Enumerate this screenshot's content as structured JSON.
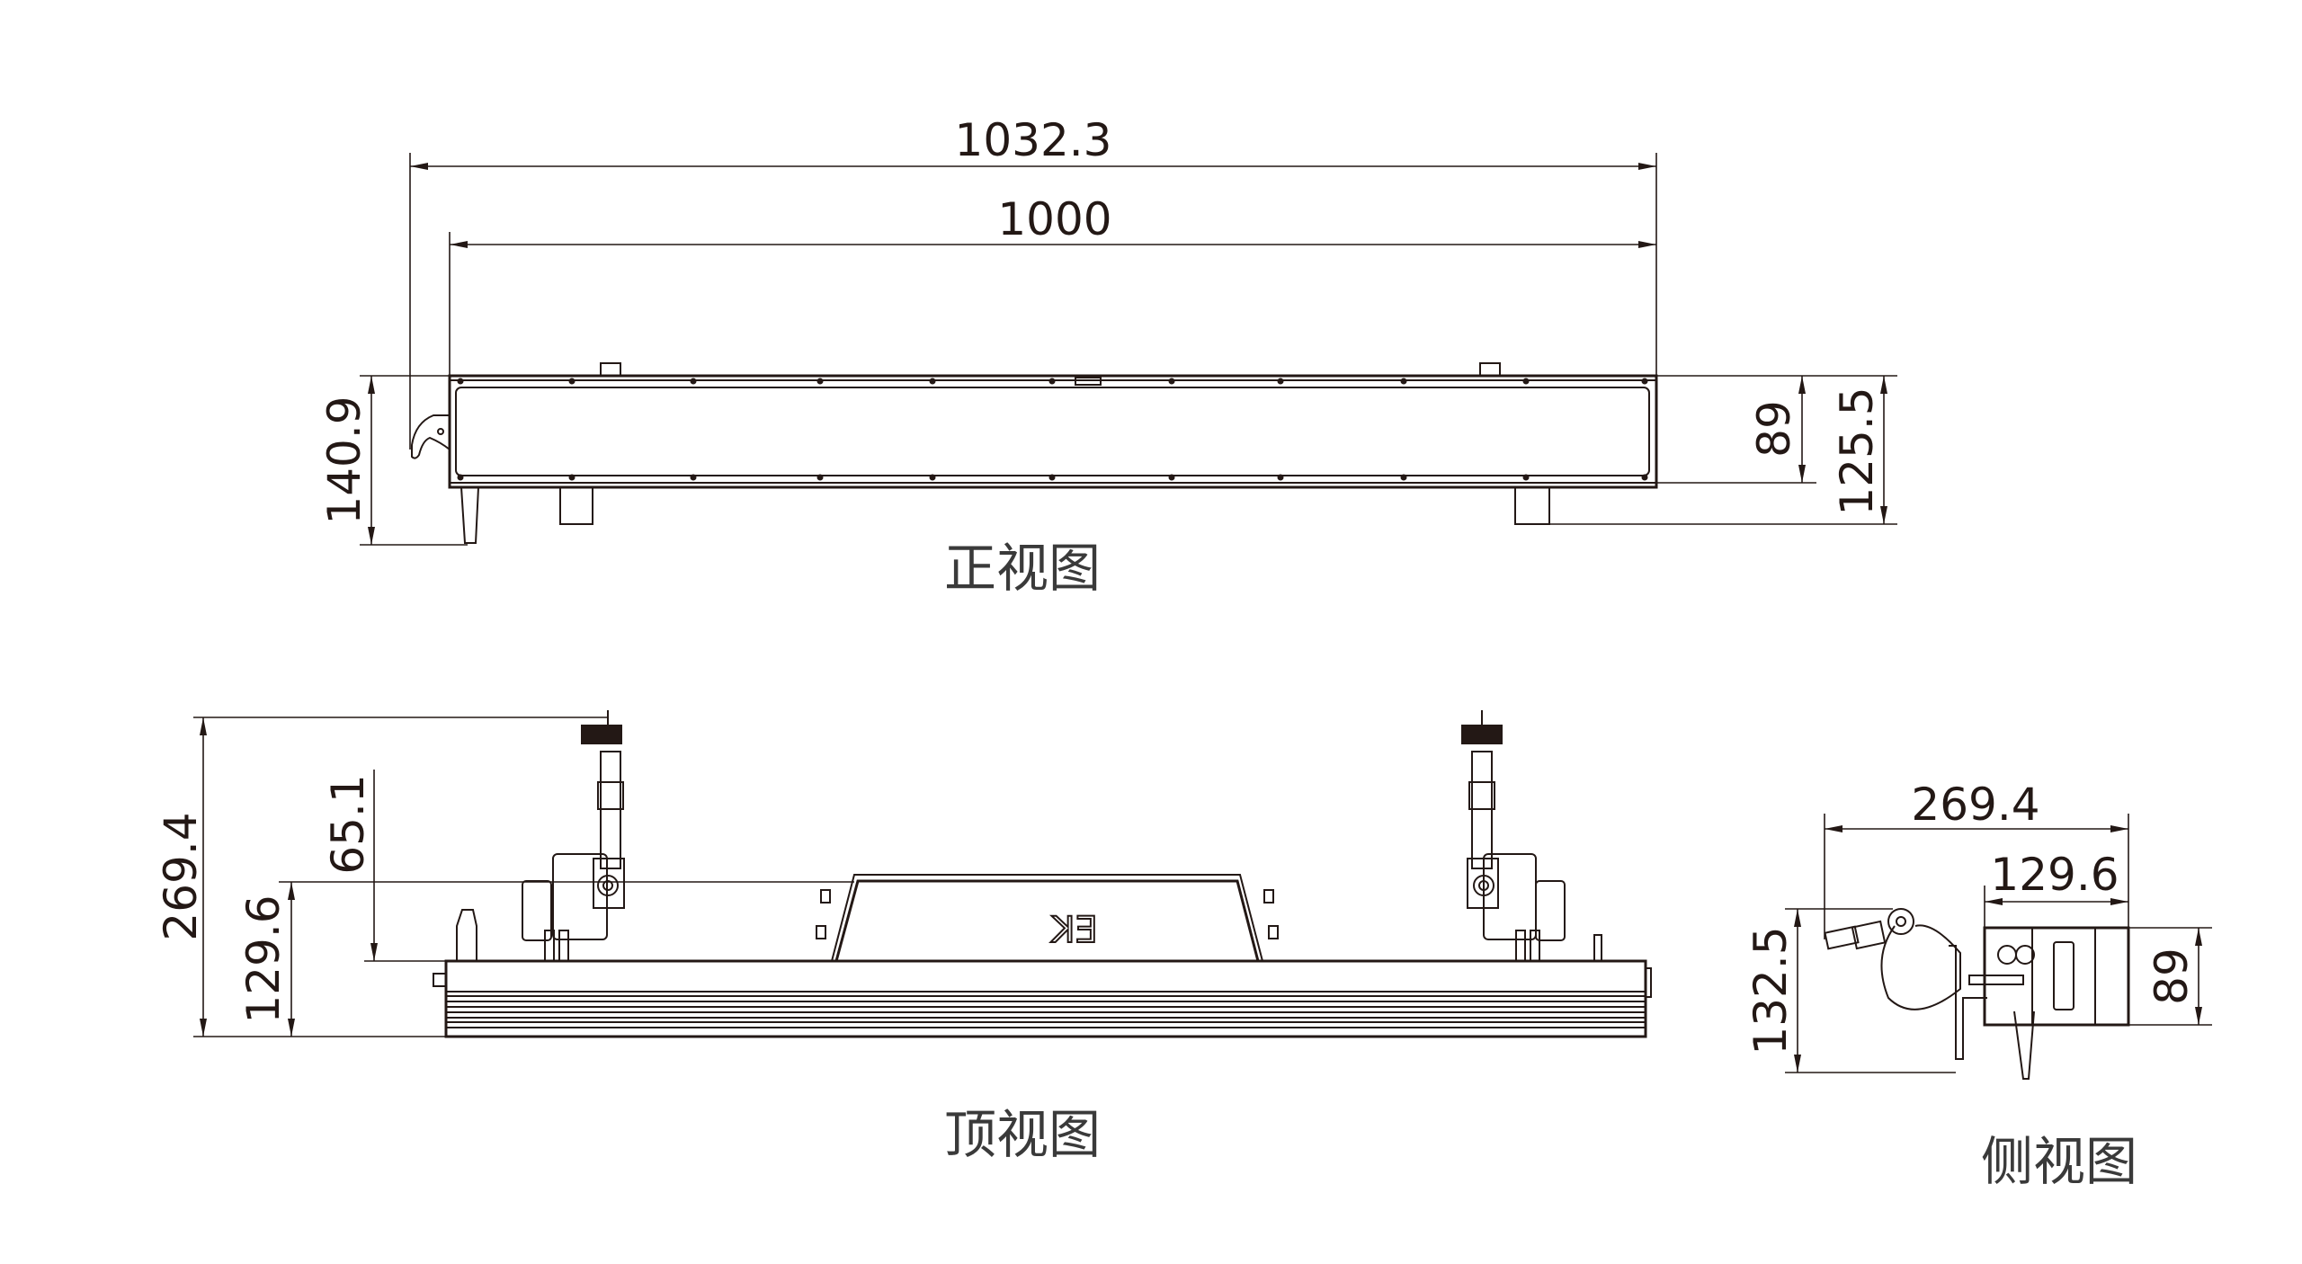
{
  "front_view": {
    "label": "正视图",
    "dims": {
      "overall_length": "1032.3",
      "body_length": "1000",
      "total_height": "140.9",
      "body_height": "89",
      "height_with_feet": "125.5"
    }
  },
  "top_view": {
    "label": "顶视图",
    "logo": "EK",
    "dims": {
      "total_depth": "269.4",
      "body_to_bracket": "129.6",
      "bracket_height": "65.1"
    }
  },
  "side_view": {
    "label": "侧视图",
    "dims": {
      "total_depth": "269.4",
      "body_depth": "129.6",
      "total_height": "132.5",
      "body_height": "89"
    }
  },
  "colors": {
    "line": "#231815",
    "label": "#3a3a3a"
  }
}
